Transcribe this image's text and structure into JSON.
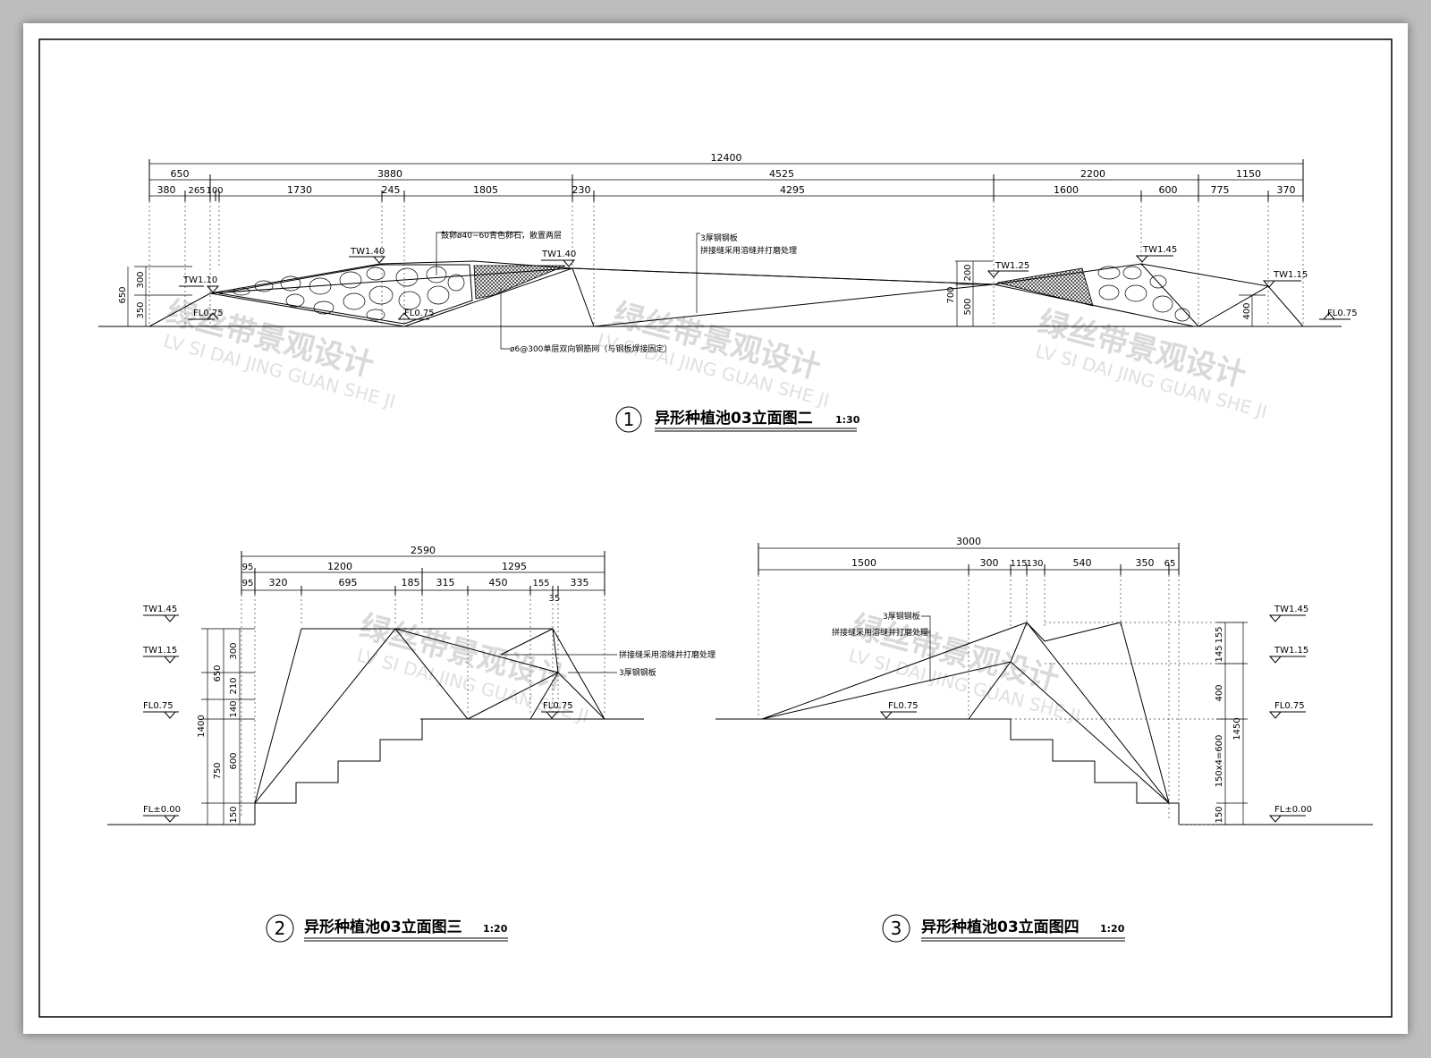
{
  "watermark": {
    "text": "绿丝带景观设计",
    "sub": "LV SI DAI JING GUAN SHE JI"
  },
  "elevation1": {
    "number": "1",
    "title": "异形种植池03立面图二",
    "scale": "1:30",
    "total": "12400",
    "dims_row1": [
      "650",
      "3880",
      "4525",
      "2200",
      "1150"
    ],
    "dims_row2": [
      "380",
      "265",
      "100",
      "1730",
      "245",
      "1805",
      "230",
      "4295",
      "1600",
      "600",
      "775",
      "370"
    ],
    "left_vert": [
      "650",
      "300",
      "350"
    ],
    "mid_vert": [
      "700",
      "200",
      "500"
    ],
    "right_vert": [
      "400"
    ],
    "levels": [
      "TW1.10",
      "FL0.75",
      "TW1.40",
      "FL0.75",
      "TW1.40",
      "TW1.25",
      "TW1.45",
      "TW1.15",
      "FL0.75"
    ],
    "notes": [
      "鼓卵ø40~60青色卵石，散置两层",
      "3厚钢钢板",
      "拼接缝采用溶缝并打磨处理",
      "ø6@300单层双向钢筋网（与钢板焊接固定）"
    ]
  },
  "elevation2": {
    "number": "2",
    "title": "异形种植池03立面图三",
    "scale": "1:20",
    "total": "2590",
    "dims_row1": [
      "95",
      "1200",
      "1295"
    ],
    "dims_row2": [
      "95",
      "320",
      "695",
      "185",
      "315",
      "450",
      "155",
      "335"
    ],
    "dim_small": "35",
    "left_vert": [
      "300",
      "650",
      "210",
      "140",
      "1400",
      "600",
      "750",
      "150"
    ],
    "levels": [
      "TW1.45",
      "TW1.15",
      "FL0.75",
      "FL±0.00",
      "FL0.75"
    ],
    "notes": [
      "拼接缝采用溶缝并打磨处理",
      "3厚钢钢板"
    ]
  },
  "elevation3": {
    "number": "3",
    "title": "异形种植池03立面图四",
    "scale": "1:20",
    "total": "3000",
    "dims_row1": [
      "1500",
      "300",
      "115",
      "130",
      "540",
      "350",
      "65"
    ],
    "right_vert": [
      "155",
      "145",
      "400",
      "1450",
      "150x4=600",
      "150"
    ],
    "levels": [
      "TW1.45",
      "TW1.15",
      "FL0.75",
      "FL±0.00",
      "FL0.75"
    ],
    "notes": [
      "3厚钢钢板",
      "拼接缝采用溶缝并打磨处理"
    ]
  }
}
